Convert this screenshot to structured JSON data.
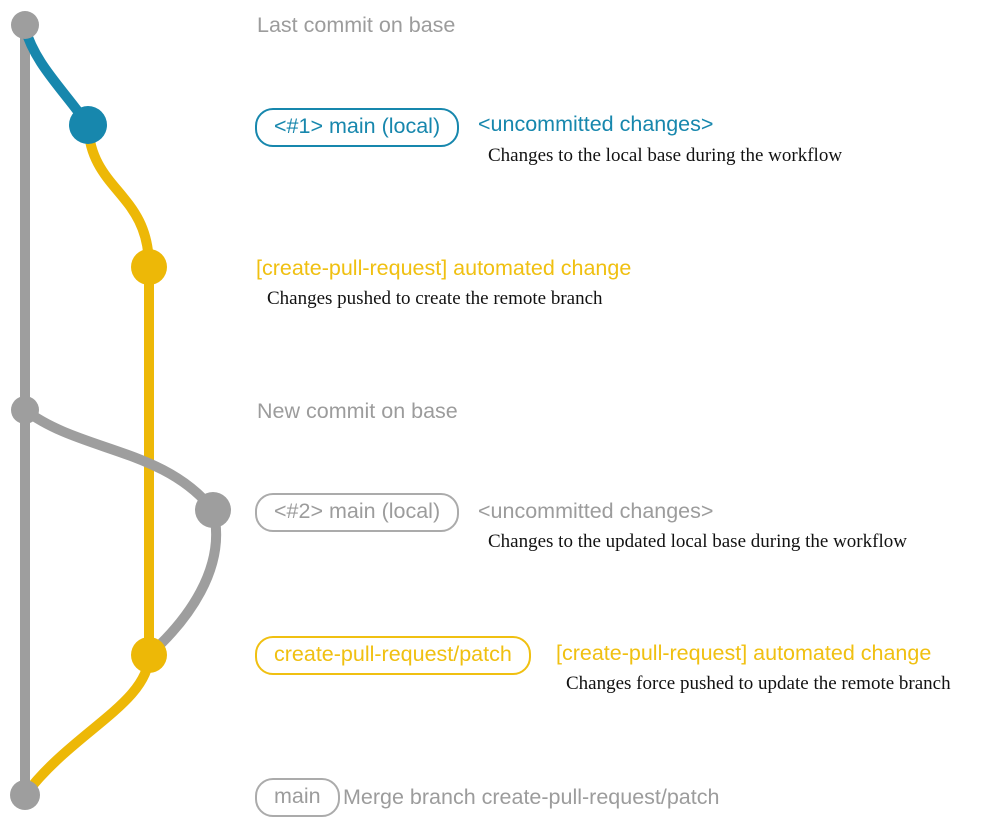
{
  "palette": {
    "gray": "#9e9e9e",
    "gray_text": "#9c9c9c",
    "teal": "#1787ad",
    "yellow": "#edb807",
    "yellow_text": "#f0c011",
    "caption_text": "#121212"
  },
  "graph": {
    "description_names": [
      "base-branch-line",
      "local-main-branch-1",
      "create-pull-request-patch-branch",
      "rebase-to-new-base",
      "merge-into-base"
    ]
  },
  "annotations": {
    "row1_title": "Last commit on base",
    "row2_badge": "<#1> main (local)",
    "row2_label": "<uncommitted changes>",
    "row2_caption": "Changes to the local base during the workflow",
    "row3_label": "[create-pull-request] automated change",
    "row3_caption": "Changes pushed to create the remote branch",
    "row4_title": "New commit on base",
    "row5_badge": "<#2> main (local)",
    "row5_label": "<uncommitted changes>",
    "row5_caption": "Changes to the updated local base during the workflow",
    "row6_badge": "create-pull-request/patch",
    "row6_label": "[create-pull-request] automated change",
    "row6_caption": "Changes force pushed to update the remote branch",
    "row7_badge": "main",
    "row7_label": "Merge branch create-pull-request/patch"
  }
}
